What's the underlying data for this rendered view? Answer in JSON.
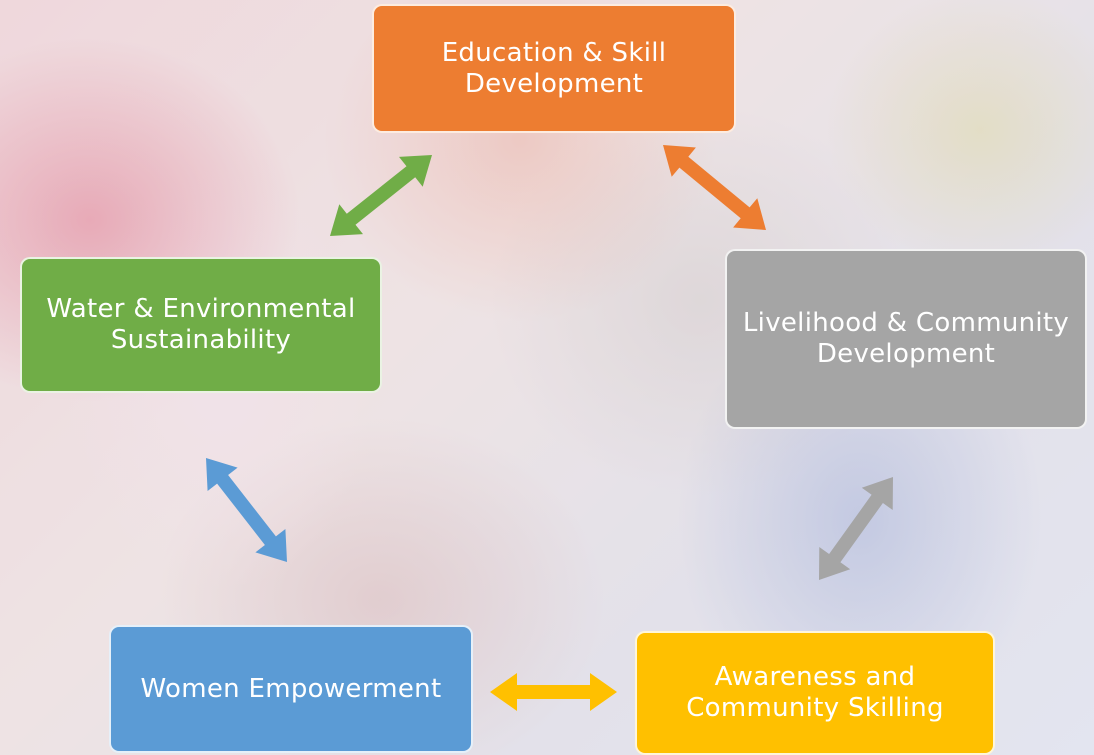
{
  "nodes": {
    "education": {
      "label": "Education & Skill Development",
      "color": "#ED7D31"
    },
    "livelihood": {
      "label": "Livelihood & Community Development",
      "color": "#A5A5A5"
    },
    "water": {
      "label": "Water & Environmental Sustainability",
      "color": "#70AD47"
    },
    "women": {
      "label": "Women Empowerment",
      "color": "#5B9BD5"
    },
    "awareness": {
      "label": "Awareness and Community Skilling",
      "color": "#FFC000"
    }
  },
  "arrows": [
    {
      "name": "arrow-education-water",
      "color": "#70AD47"
    },
    {
      "name": "arrow-education-livelihood",
      "color": "#ED7D31"
    },
    {
      "name": "arrow-water-women",
      "color": "#5B9BD5"
    },
    {
      "name": "arrow-livelihood-awareness",
      "color": "#A5A5A5"
    },
    {
      "name": "arrow-women-awareness",
      "color": "#FFC000"
    }
  ]
}
